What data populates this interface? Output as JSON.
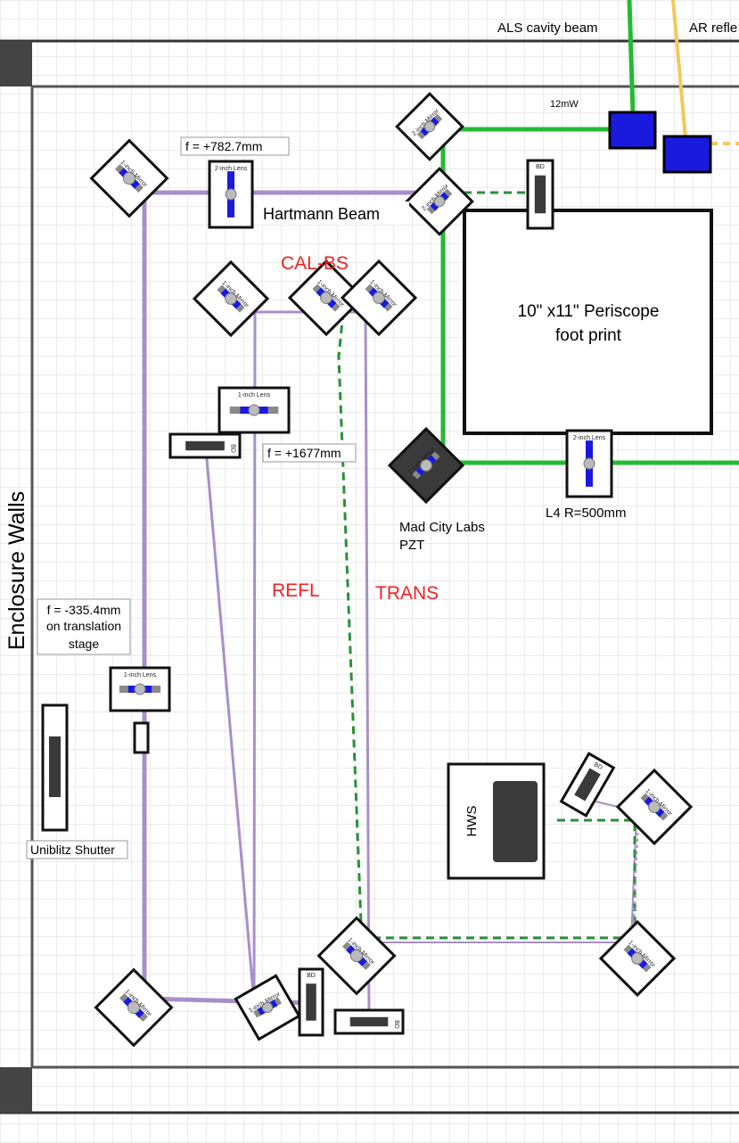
{
  "labels": {
    "enclosure_walls": "Enclosure Walls",
    "als_cavity_beam": "ALS cavity beam",
    "ar_reflection": "AR refle",
    "power_12mw": "12mW",
    "hartmann_beam": "Hartmann Beam",
    "f_782": "f = +782.7mm",
    "f_1677": "f = +1677mm",
    "f_335_line1": "f = -335.4mm",
    "f_335_line2": "on translation",
    "f_335_line3": "stage",
    "cal_bs": "CAL-BS",
    "refl": "REFL",
    "trans": "TRANS",
    "periscope_line1": "10\" x11\" Periscope",
    "periscope_line2": "foot print",
    "mad_city_line1": "Mad City Labs",
    "mad_city_line2": "PZT",
    "l4": "L4 R=500mm",
    "uniblitz": "Uniblitz Shutter",
    "hws": "HWS"
  },
  "component_text": {
    "one_inch_mirror": "1-inch Mirror",
    "two_inch_mirror": "2-inch Mirror",
    "one_inch_lens": "1-inch Lens",
    "two_inch_lens": "2-inch Lens",
    "bd": "BD"
  },
  "colors": {
    "hartmann_beam": "#a98fc9",
    "als_beam": "#22bb33",
    "ar_beam": "#f5c85a",
    "dashed_beam": "#2a8f3a",
    "mount_blue": "#1a1adf",
    "mount_gray": "#666666",
    "label_red": "#ee2222",
    "grid": "#d9d9d9",
    "wall_dark": "#444444"
  }
}
